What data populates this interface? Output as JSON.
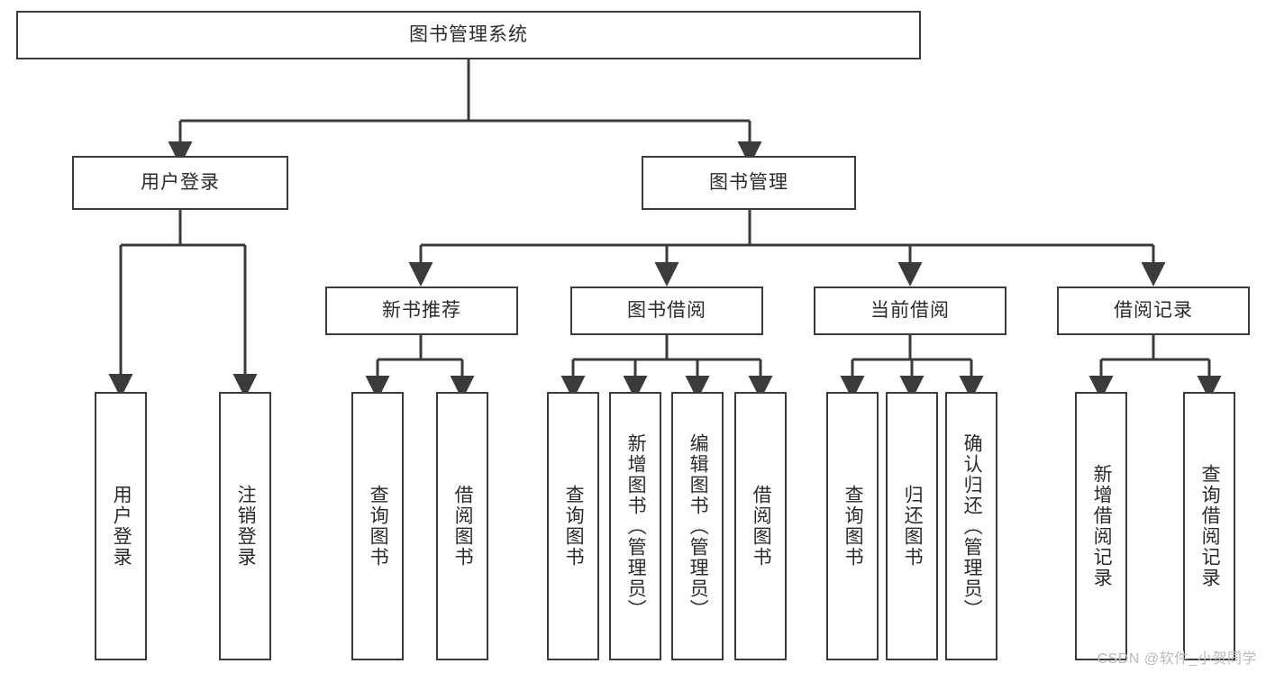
{
  "diagram": {
    "title": "图书管理系统",
    "type": "tree-hierarchy-diagram",
    "watermark": "CSDN @软件_小贺同学",
    "colors": {
      "box_border": "#3b3b3b",
      "box_fill": "#ffffff",
      "edge": "#3b3b3b",
      "text": "#2b2b2b",
      "watermark": "#b9b9b9"
    },
    "root": {
      "label": "图书管理系统"
    },
    "level1": [
      {
        "label": "用户登录"
      },
      {
        "label": "图书管理"
      }
    ],
    "level2": [
      {
        "label": "新书推荐"
      },
      {
        "label": "图书借阅"
      },
      {
        "label": "当前借阅"
      },
      {
        "label": "借阅记录"
      }
    ],
    "leaves": {
      "user_login": [
        {
          "label": "用户登录"
        },
        {
          "label": "注销登录"
        }
      ],
      "new_book_recommend": [
        {
          "label": "查询图书"
        },
        {
          "label": "借阅图书"
        }
      ],
      "book_borrow": [
        {
          "label": "查询图书"
        },
        {
          "label": "新增图书（管理员）"
        },
        {
          "label": "编辑图书（管理员）"
        },
        {
          "label": "借阅图书"
        }
      ],
      "current_borrow": [
        {
          "label": "查询图书"
        },
        {
          "label": "归还图书"
        },
        {
          "label": "确认归还（管理员）"
        }
      ],
      "borrow_record": [
        {
          "label": "新增借阅记录"
        },
        {
          "label": "查询借阅记录"
        }
      ]
    }
  }
}
